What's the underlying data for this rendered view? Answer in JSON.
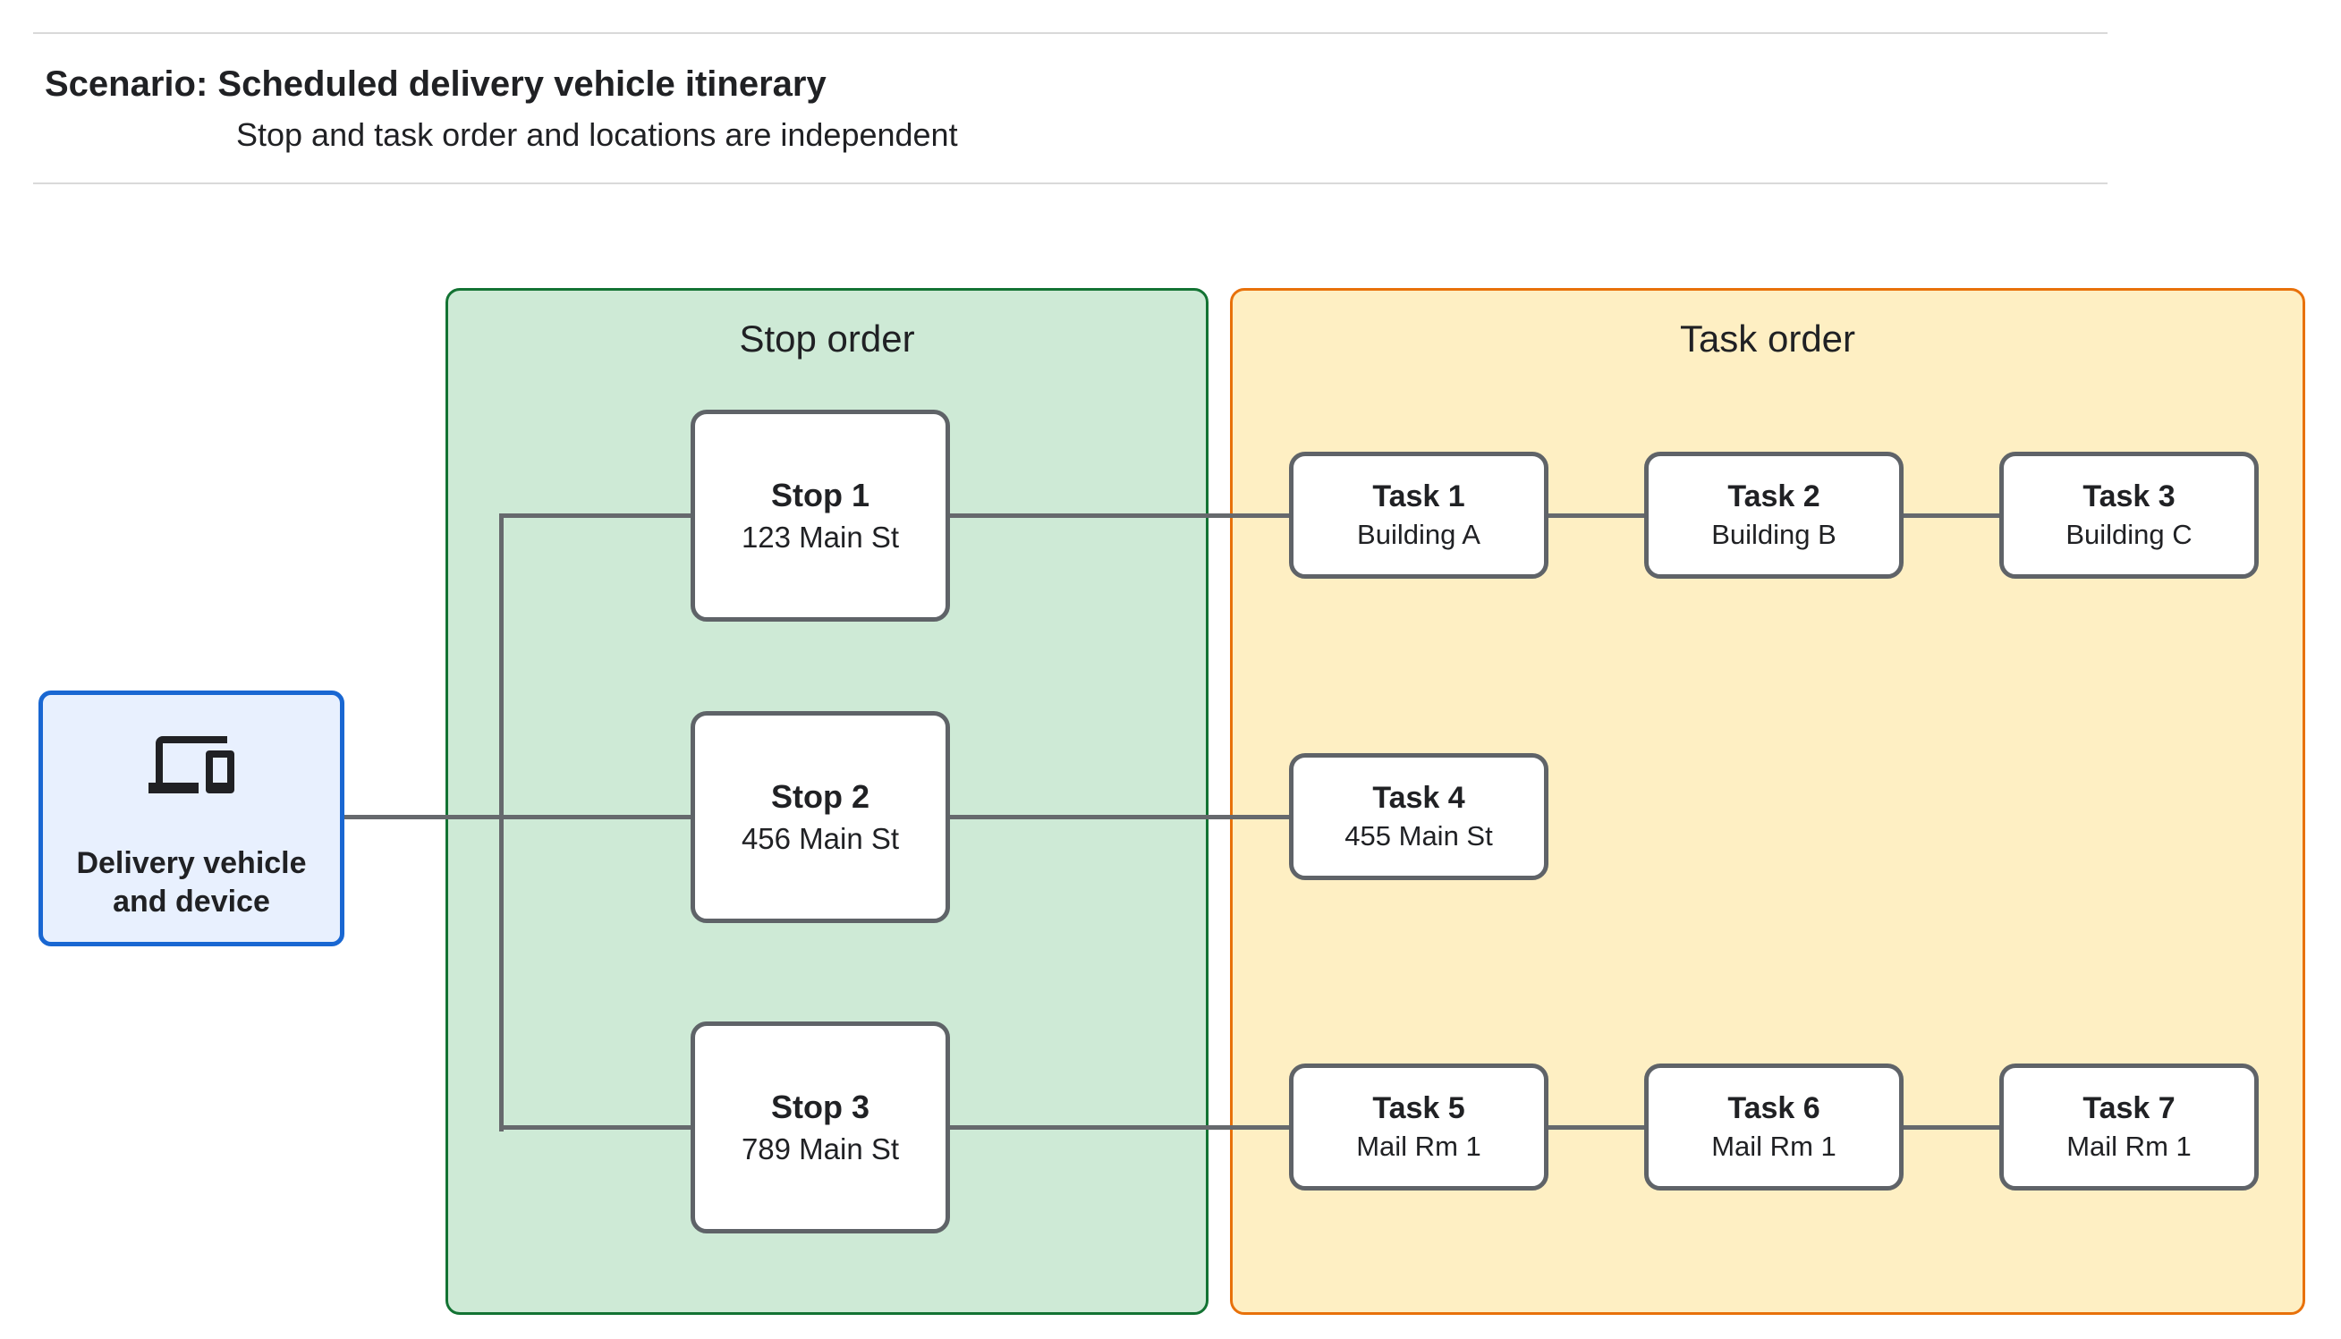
{
  "header": {
    "title": "Scenario: Scheduled delivery vehicle itinerary",
    "subtitle": "Stop and task order and locations are independent"
  },
  "vehicle": {
    "icon": "devices-icon",
    "label_line1": "Delivery vehicle",
    "label_line2": "and device"
  },
  "stop_panel": {
    "title": "Stop order",
    "stops": [
      {
        "name": "Stop 1",
        "location": "123 Main St"
      },
      {
        "name": "Stop 2",
        "location": "456 Main St"
      },
      {
        "name": "Stop 3",
        "location": "789 Main St"
      }
    ]
  },
  "task_panel": {
    "title": "Task order",
    "tasks": [
      {
        "name": "Task 1",
        "location": "Building A"
      },
      {
        "name": "Task 2",
        "location": "Building B"
      },
      {
        "name": "Task 3",
        "location": "Building C"
      },
      {
        "name": "Task 4",
        "location": "455 Main St"
      },
      {
        "name": "Task 5",
        "location": "Mail Rm 1"
      },
      {
        "name": "Task 6",
        "location": "Mail Rm 1"
      },
      {
        "name": "Task 7",
        "location": "Mail Rm 1"
      }
    ]
  },
  "colors": {
    "stop-panel-fill": "#ceead6",
    "stop-panel-border": "#137333",
    "task-panel-fill": "#feefc3",
    "task-panel-border": "#e8710a",
    "vehicle-fill": "#e8f0fe",
    "vehicle-border": "#1967d2",
    "node-border": "#5f6368",
    "connector": "#66696d",
    "text": "#202124",
    "rule": "#d9d9d9"
  }
}
